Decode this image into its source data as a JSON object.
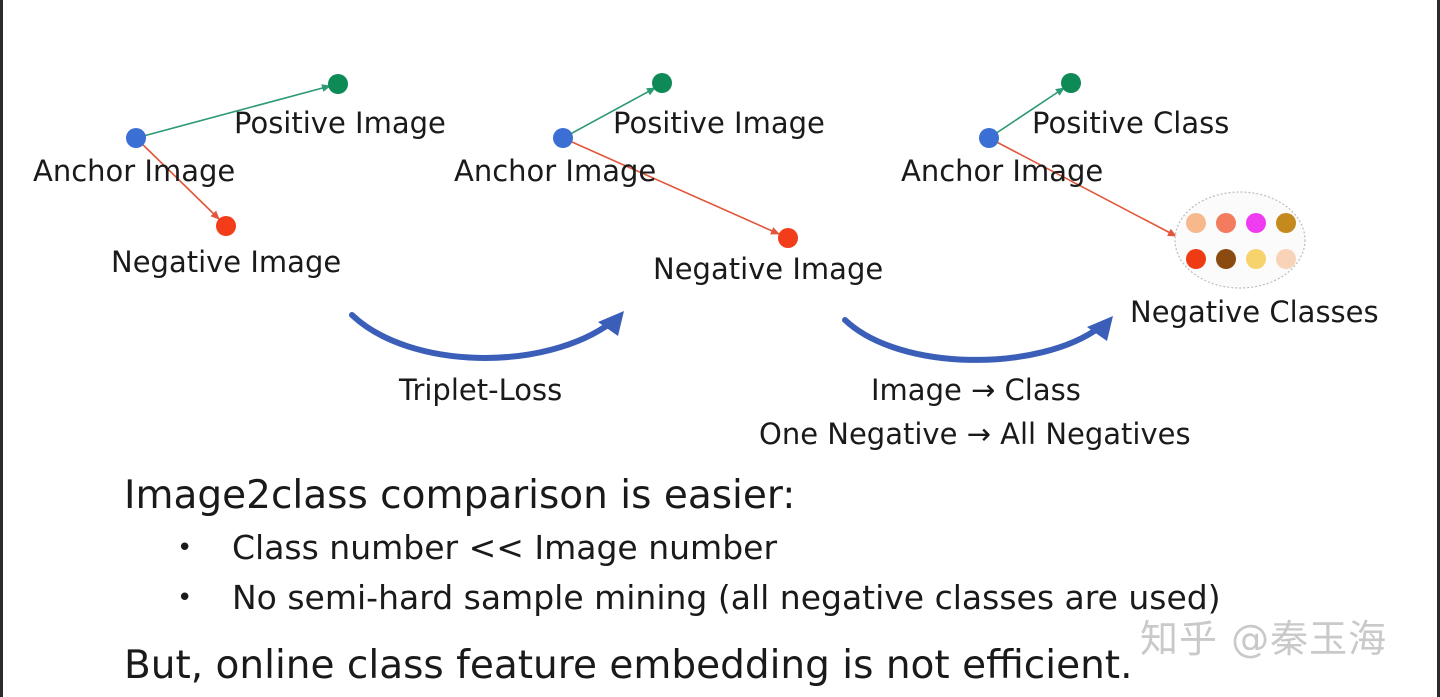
{
  "panels": [
    {
      "anchor_label": "Anchor Image",
      "positive_label": "Positive Image",
      "negative_label": "Negative Image"
    },
    {
      "anchor_label": "Anchor Image",
      "positive_label": "Positive Image",
      "negative_label": "Negative Image"
    },
    {
      "anchor_label": "Anchor Image",
      "positive_label": "Positive Class",
      "negative_label": "Negative Classes"
    }
  ],
  "transitions": [
    {
      "line1": "Triplet-Loss"
    },
    {
      "line1": "Image → Class",
      "line2": "One Negative → All Negatives"
    }
  ],
  "summary": {
    "heading": "Image2class comparison is easier:",
    "bullets": [
      "Class number << Image number",
      "No semi-hard sample mining (all negative classes are used)"
    ],
    "bullet_marker": "•",
    "conclusion": "But, online class feature embedding is not efficient."
  },
  "watermark": "知乎 @秦玉海",
  "colors": {
    "anchor": "#3b6fd4",
    "positive": "#0e8a57",
    "negative": "#f23c1a",
    "positive_line": "#2c9a72",
    "negative_line": "#e0573b",
    "curved_arrow": "#3b5fb8",
    "negative_classes": [
      "#f7b98c",
      "#f47c5e",
      "#ef3cf0",
      "#c48a1e",
      "#ef3b14",
      "#8a4a10",
      "#f7d36e",
      "#f8d3b8"
    ]
  }
}
